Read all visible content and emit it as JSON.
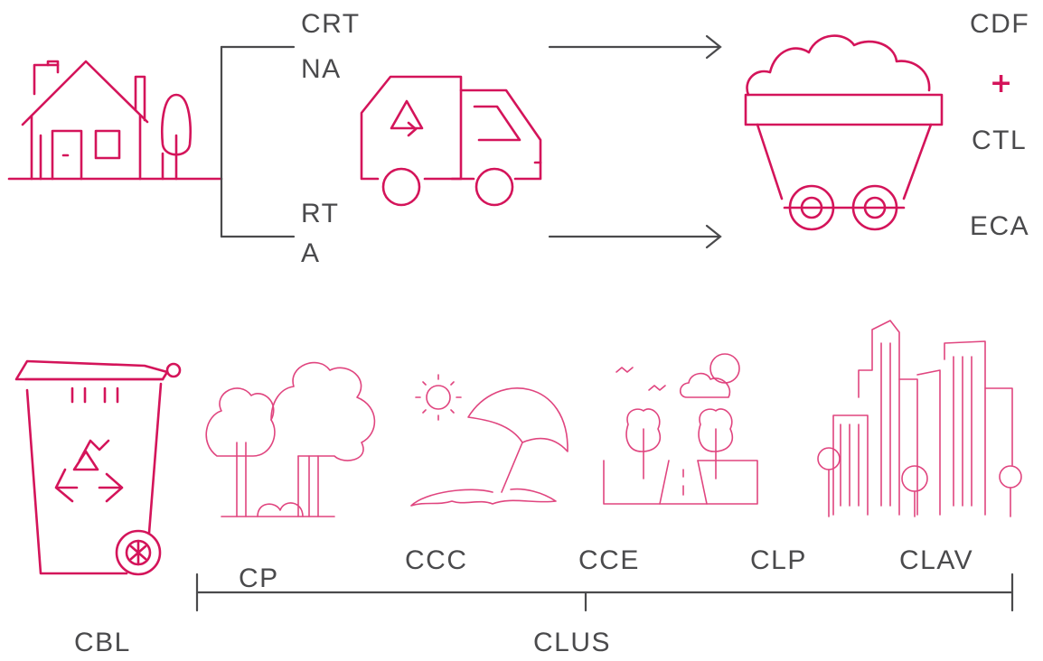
{
  "colors": {
    "accent": "#d4145a",
    "line": "#4a4a4c",
    "background": "#ffffff"
  },
  "top": {
    "branch_upper_label_1": "CRT",
    "branch_upper_label_2": "NA",
    "branch_lower_label_1": "RT",
    "branch_lower_label_2": "A",
    "outputs": {
      "first": "CDF",
      "plus": "+",
      "second": "CTL",
      "third": "ECA"
    }
  },
  "bottom": {
    "bin_label": "CBL",
    "scale_center_label": "CLUS",
    "scenes": [
      {
        "label": "CP",
        "icon": "trees-icon"
      },
      {
        "label": "CCC",
        "icon": "beach-umbrella-icon"
      },
      {
        "label": "CCE",
        "icon": "landscape-road-icon"
      },
      {
        "label": "CLP",
        "icon": "city-buildings-icon"
      },
      {
        "label": "CLAV",
        "icon": "city-buildings-icon"
      }
    ]
  },
  "icons": [
    "house-icon",
    "garbage-truck-icon",
    "mine-cart-icon",
    "recycling-bin-icon",
    "sun-icon",
    "cloud-icon",
    "bird-icon"
  ]
}
